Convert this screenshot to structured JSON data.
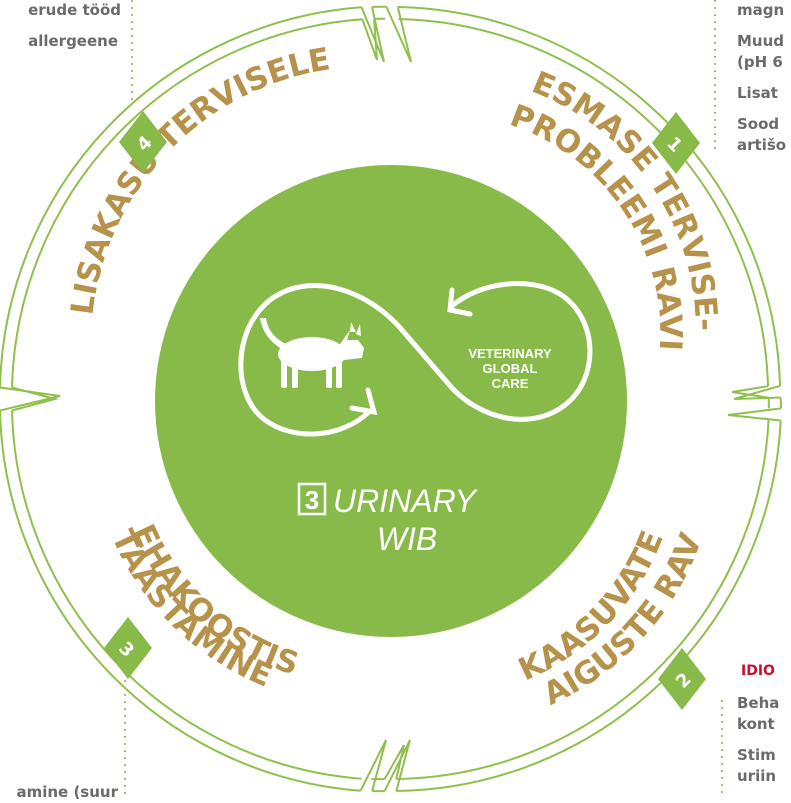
{
  "colors": {
    "ring_stroke": "#8fc04d",
    "center_fill": "#88ba4a",
    "segment_text": "#b7924a",
    "badge_fill": "#88ba4a",
    "side_text": "#6b6b6b",
    "idio_red": "#c8102e",
    "dotted": "#c9ab74"
  },
  "center": {
    "logo_lines": [
      "VETERINARY",
      "GLOBAL",
      "CARE"
    ],
    "icon": "cat-icon",
    "number": "3",
    "title_line1": "URINARY",
    "title_line2": "WIB"
  },
  "segments": [
    {
      "number": "1",
      "label_line1": "ESMASE TERVISE-",
      "label_line2": "PROBLEEMI RAVI"
    },
    {
      "number": "2",
      "label_line1": "KAASUVATE",
      "label_line2": "HAIGUSTE RAVI"
    },
    {
      "number": "3",
      "label_line1": "KEHAKOOSTISE",
      "label_line2": "TAASTAMINE"
    },
    {
      "number": "4",
      "label_line1": "LISAKASU TERVISELE",
      "label_line2": ""
    }
  ],
  "side_texts": {
    "top_left": [
      "erude tööd",
      "allergeene"
    ],
    "top_right": [
      "magn",
      "Muud",
      "(pH 6",
      "Lisat",
      "Sood",
      "artišo"
    ],
    "bottom_right_heading": "IDIO",
    "bottom_right": [
      "Beha",
      "kont",
      "Stim",
      "uriin"
    ],
    "bottom_left": [
      "amine (suur"
    ]
  }
}
